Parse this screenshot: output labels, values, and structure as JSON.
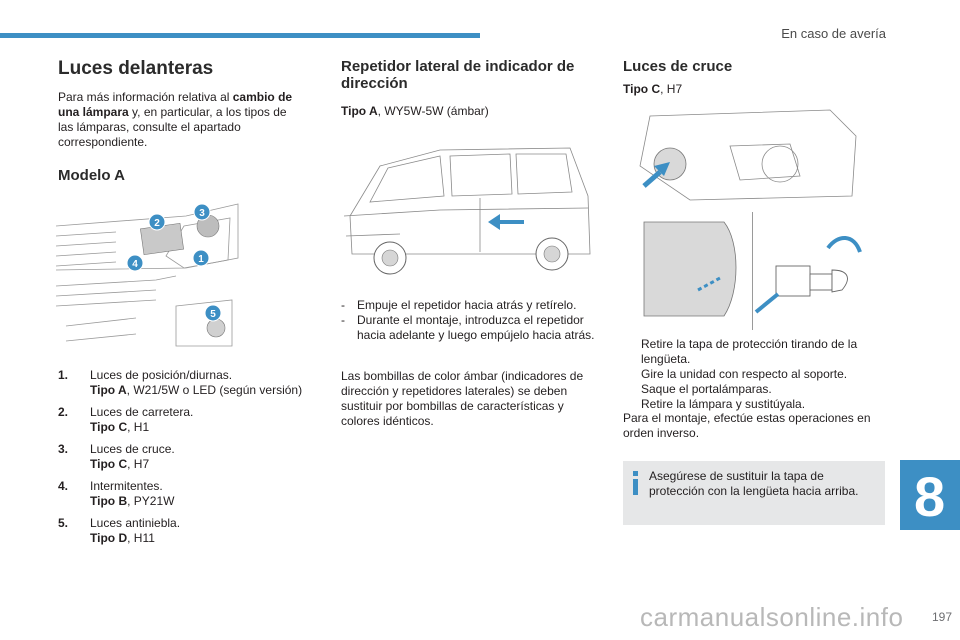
{
  "header": {
    "chapter": "En caso de avería"
  },
  "col1": {
    "title": "Luces delanteras",
    "intro_pre": "Para más información relativa al ",
    "intro_bold": "cambio de una lámpara",
    "intro_post": " y, en particular, a los tipos de las lámparas, consulte el apartado correspondiente.",
    "subtitle": "Modelo A",
    "items": [
      {
        "num": "1.",
        "label": "Luces de posición/diurnas.",
        "type_bold": "Tipo A",
        "type_rest": ", W21/5W o LED (según versión)"
      },
      {
        "num": "2.",
        "label": "Luces de carretera.",
        "type_bold": "Tipo C",
        "type_rest": ", H1"
      },
      {
        "num": "3.",
        "label": "Luces de cruce.",
        "type_bold": "Tipo C",
        "type_rest": ", H7"
      },
      {
        "num": "4.",
        "label": "Intermitentes.",
        "type_bold": "Tipo B",
        "type_rest": ", PY21W"
      },
      {
        "num": "5.",
        "label": "Luces antiniebla.",
        "type_bold": "Tipo D",
        "type_rest": ", H11"
      }
    ],
    "callouts": [
      "1",
      "2",
      "3",
      "4",
      "5"
    ]
  },
  "col2": {
    "title": "Repetidor lateral de indicador de dirección",
    "type_bold": "Tipo A",
    "type_rest": ", WY5W-5W (ámbar)",
    "steps": [
      {
        "bullet": "-",
        "text": "Empuje el repetidor hacia atrás y retírelo."
      },
      {
        "bullet": "-",
        "text": "Durante el montaje, introduzca el repetidor hacia adelante y luego empújelo hacia atrás."
      }
    ],
    "note": "Las bombillas de color ámbar (indicadores de dirección y repetidores laterales) se deben sustituir por bombillas de características y colores idénticos."
  },
  "col3": {
    "title": "Luces de cruce",
    "type_bold": "Tipo C",
    "type_rest": ", H7",
    "steps": [
      {
        "bullet": "",
        "text": "Retire la tapa de protección tirando de la lengüeta."
      },
      {
        "bullet": "",
        "text": "Gire la unidad con respecto al soporte."
      },
      {
        "bullet": "",
        "text": "Saque el portalámparas."
      },
      {
        "bullet": "",
        "text": "Retire la lámpara y sustitúyala."
      }
    ],
    "assembly": "Para el montaje, efectúe estas operaciones en orden inverso.",
    "info": "Asegúrese de sustituir la tapa de protección con la lengüeta hacia arriba."
  },
  "side_tab": "8",
  "page_number": "197",
  "watermark": "carmanualsonline.info",
  "colors": {
    "accent": "#3d8fc4",
    "info_bg": "#e6e7e8"
  }
}
